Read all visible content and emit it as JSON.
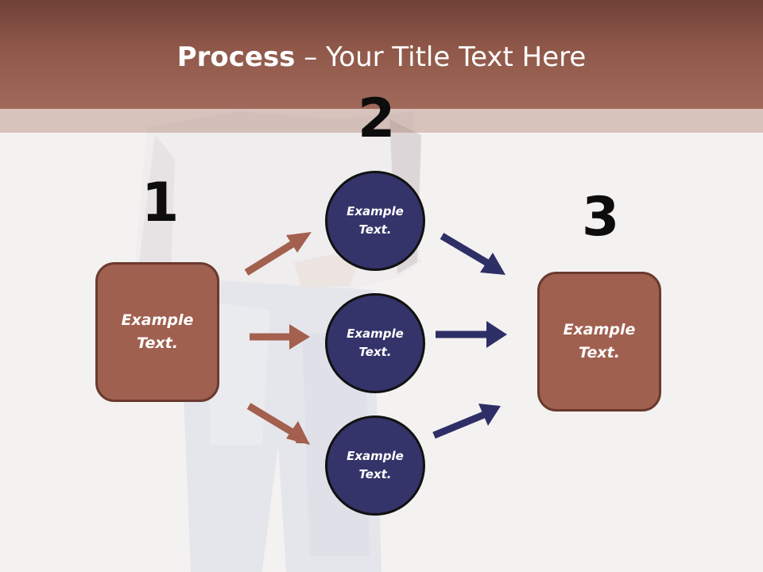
{
  "title": {
    "bold": "Process",
    "rest": " – Your Title Text Here"
  },
  "steps": {
    "one": "1",
    "two": "2",
    "three": "3"
  },
  "left_box": {
    "line1": "Example",
    "line2": "Text."
  },
  "circles": [
    {
      "line1": "Example",
      "line2": "Text."
    },
    {
      "line1": "Example",
      "line2": "Text."
    },
    {
      "line1": "Example",
      "line2": "Text."
    }
  ],
  "right_box": {
    "line1": "Example",
    "line2": "Text."
  },
  "colors": {
    "header": "#8f5849",
    "box": "#a0604f",
    "circle": "#34346a",
    "arrow_brown": "#a3604e",
    "arrow_navy": "#2e2f66"
  }
}
